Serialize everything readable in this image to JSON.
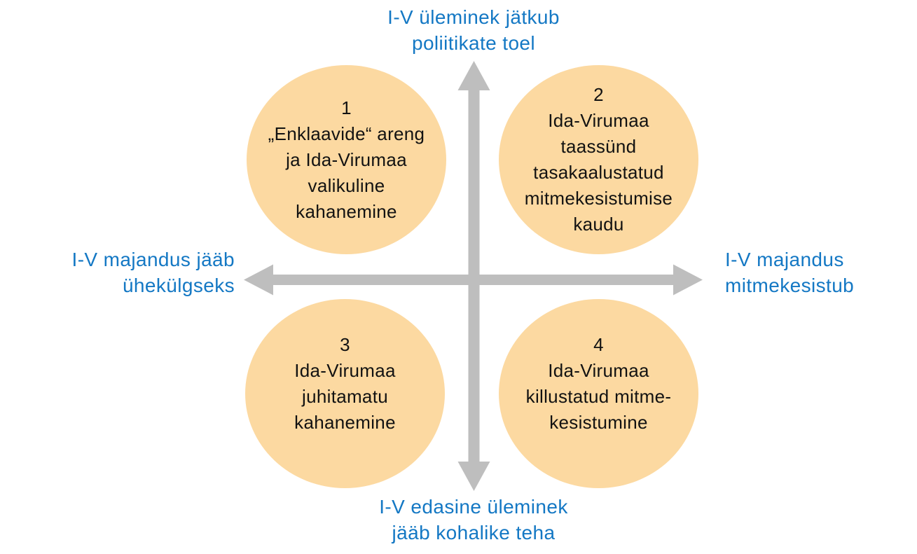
{
  "colors": {
    "accent-blue": "#1478c4",
    "circle-fill": "#fcd9a1",
    "arrow-gray": "#bebebe",
    "text-dark": "#121212",
    "background": "#ffffff"
  },
  "axes": {
    "top_label": "I-V üleminek jätkub\npoliitikate toel",
    "bottom_label": "I-V edasine üleminek\njääb kohalike teha",
    "left_label": "I-V majandus jääb\nühekülgseks",
    "right_label": "I-V majandus\nmitmekesistub"
  },
  "quadrants": [
    {
      "number": "1",
      "text": "„Enklaavide“ areng\nja Ida-Virumaa\nvalikuline\nkahanemine"
    },
    {
      "number": "2",
      "text": "Ida-Virumaa\ntaassünd\ntasakaalustatud\nmitmekesistumise\nkaudu"
    },
    {
      "number": "3",
      "text": "Ida-Virumaa\njuhitamatu\nkahanemine"
    },
    {
      "number": "4",
      "text": "Ida-Virumaa\nkillustatud mitme-\nkesistumine"
    }
  ]
}
